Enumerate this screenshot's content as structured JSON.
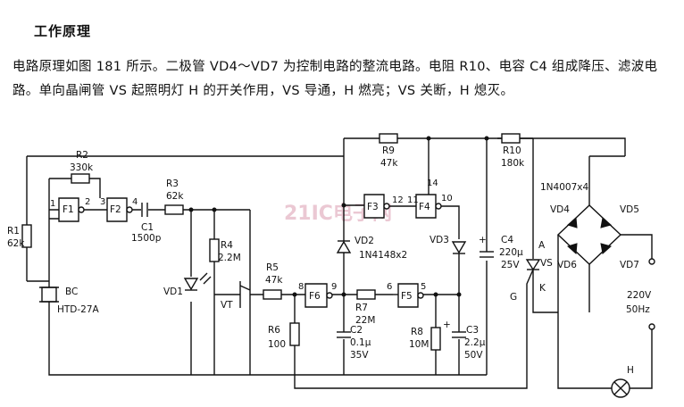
{
  "heading": "工作原理",
  "paragraph": "电路原理如图 181 所示。二极管 VD4～VD7 为控制电路的整流电路。电阻 R10、电容 C4 组成降压、滤波电路。单向晶闸管 VS 起照明灯 H 的开关作用，VS 导通，H 燃亮；VS 关断，H 熄灭。",
  "watermark": "21IC电子网",
  "labels": {
    "r1": "R1",
    "r1_val": "62k",
    "r2": "R2",
    "r2_val": "330k",
    "r3": "R3",
    "r3_val": "62k",
    "r4": "R4",
    "r4_val": "2.2M",
    "r5": "R5",
    "r5_val": "47k",
    "r6": "R6",
    "r6_val": "100",
    "r7": "R7",
    "r7_val": "22M",
    "r8": "R8",
    "r8_val": "10M",
    "r9": "R9",
    "r9_val": "47k",
    "r10": "R10",
    "r10_val": "180k",
    "c1": "C1",
    "c1_val": "1500p",
    "c2": "C2",
    "c2_val_a": "0.1μ",
    "c2_val_b": "35V",
    "c3": "C3",
    "c3_val_a": "2.2μ",
    "c3_val_b": "50V",
    "c4": "C4",
    "c4_val_a": "220μ",
    "c4_val_b": "25V",
    "f1": "F1",
    "f2": "F2",
    "f3": "F3",
    "f4": "F4",
    "f5": "F5",
    "f6": "F6",
    "bc": "BC",
    "bc_model": "HTD-27A",
    "vd1": "VD1",
    "vd2": "VD2",
    "vd3": "VD3",
    "vd23_model": "1N4148x2",
    "vd4": "VD4",
    "vd5": "VD5",
    "vd6": "VD6",
    "vd7": "VD7",
    "bridge_model": "1N4007x4",
    "vt": "VT",
    "vs": "VS",
    "a": "A",
    "g": "G",
    "k": "K",
    "h": "H",
    "v220": "220V",
    "hz": "50Hz",
    "pin1": "1",
    "pin2": "2",
    "pin3": "3",
    "pin4": "4",
    "pin8": "8",
    "pin9": "9",
    "pin14": "14",
    "pin6": "6",
    "pin5": "5",
    "pin11": "11",
    "pin12": "12",
    "pin10": "10",
    "plus_c4": "+",
    "plus_c3": "+"
  }
}
